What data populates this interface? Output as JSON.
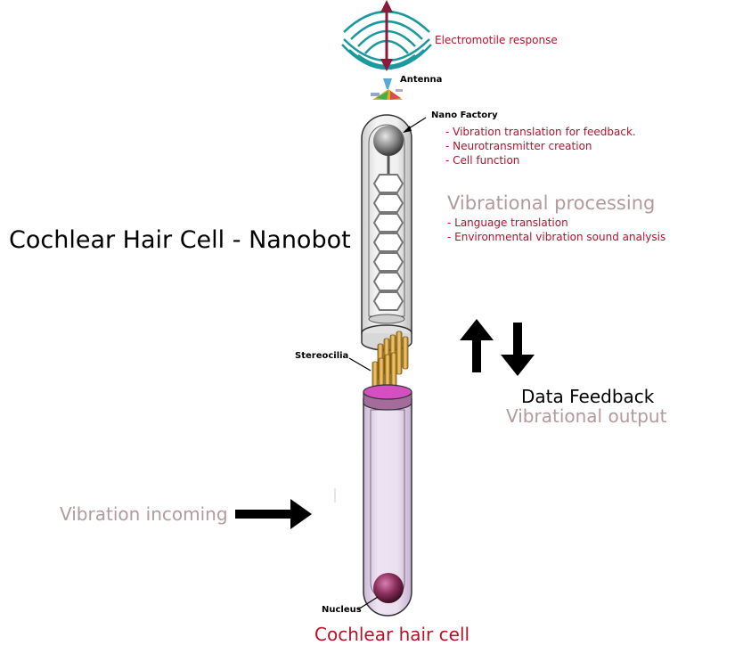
{
  "title": "Cochlear Hair Cell - Nanobot",
  "labels": {
    "electromotile": "Electromotile response",
    "antenna": "Antenna",
    "nano_factory": "Nano Factory",
    "stereocilia": "Stereocilia",
    "nucleus": "Nucleus",
    "cell_name": "Cochlear hair cell",
    "vibration_incoming": "Vibration incoming",
    "data_feedback": "Data Feedback",
    "vibrational_output": "Vibrational output",
    "vibrational_processing": "Vibrational processing"
  },
  "nano_factory_items": [
    "- Vibration translation for feedback.",
    "- Neurotransmitter creation",
    "- Cell function"
  ],
  "processing_items": [
    "- Language translation",
    "- Environmental vibration sound analysis"
  ],
  "colors": {
    "accent_red": "#b5132a",
    "muted_text": "#b49a9c",
    "wave_teal": "#1a9a9e",
    "arrow_maroon": "#8b1a3a",
    "cell_lilac": "#e6d6ec",
    "cap_magenta": "#d64fc0",
    "gold": "#d8a640"
  }
}
